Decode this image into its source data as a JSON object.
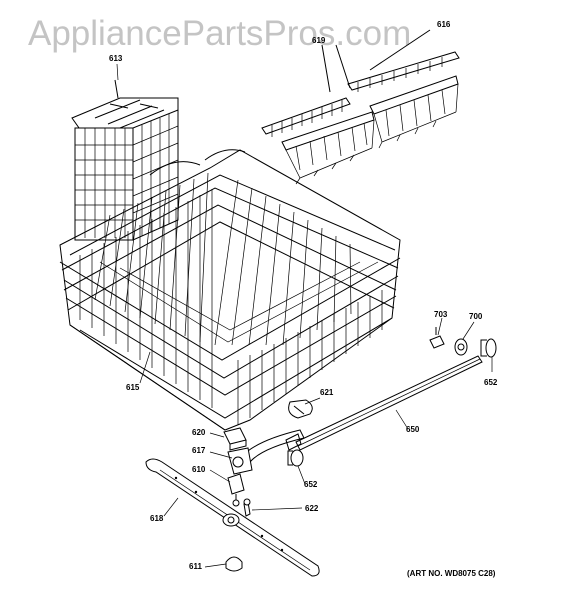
{
  "watermark": "AppliancePartsPros.com",
  "art_number": "(ART NO. WD8075 C28)",
  "callouts": {
    "c613": "613",
    "c616": "616",
    "c619": "619",
    "c615": "615",
    "c703": "703",
    "c700": "700",
    "c652a": "652",
    "c621": "621",
    "c620": "620",
    "c617": "617",
    "c650": "650",
    "c610": "610",
    "c652b": "652",
    "c618": "618",
    "c622": "622",
    "c611": "611"
  }
}
